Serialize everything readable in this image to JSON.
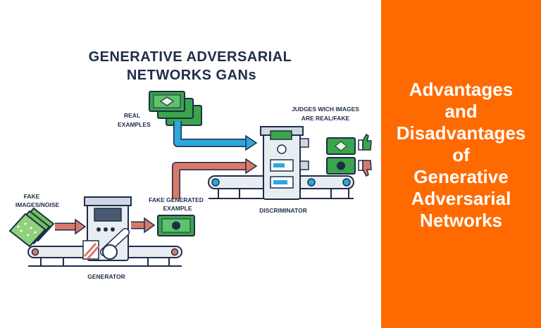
{
  "diagram": {
    "title_line1": "GENERATIVE ADVERSARIAL",
    "title_line2": "NETWORKS GANs",
    "labels": {
      "real_line1": "REAL",
      "real_line2": "EXAMPLES",
      "judges_line1": "JUDGES WICH IMAGES",
      "judges_line2": "ARE REAL/FAKE",
      "fake_noise_line1": "FAKE",
      "fake_noise_line2": "IMAGES/NOISE",
      "fake_gen_line1": "FAKE GENERATED",
      "fake_gen_line2": "EXAMPLE",
      "generator": "GENERATOR",
      "discriminator": "DISCRIMINATOR"
    },
    "colors": {
      "blue_arrow": "#2aa8e0",
      "red_arrow": "#d9796a",
      "money_green": "#3aa54a",
      "outline": "#1f2d4a",
      "machine": "#e8edf2"
    }
  },
  "side_panel": {
    "background": "#ff6a00",
    "lines": [
      "Advantages",
      "and",
      "Disadvantages",
      "of",
      "Generative",
      "Adversarial",
      "Networks"
    ]
  }
}
